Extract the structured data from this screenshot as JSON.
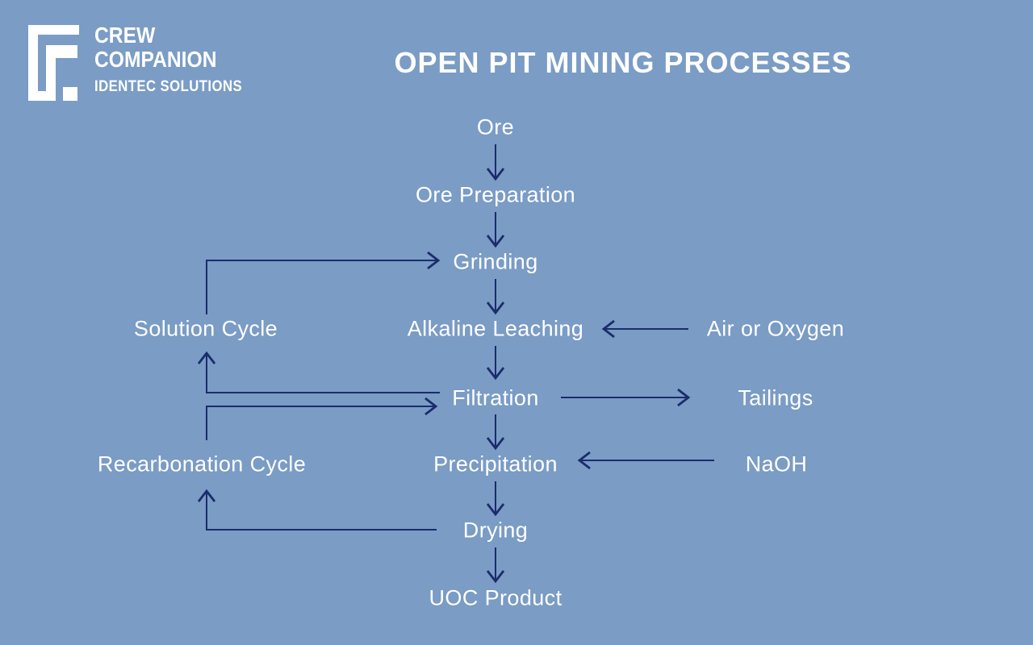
{
  "title": "OPEN PIT MINING PROCESSES",
  "logo": {
    "mark": "nested-brackets-icon",
    "line1": "CREW",
    "line2": "COMPANION",
    "line3": "IDENTEC SOLUTIONS"
  },
  "colors": {
    "background": "#7A9CC5",
    "arrow": "#1B2C6B",
    "text": "#FFFFFF"
  },
  "diagram": {
    "nodes": {
      "ore": {
        "label": "Ore"
      },
      "ore_preparation": {
        "label": "Ore Preparation"
      },
      "grinding": {
        "label": "Grinding"
      },
      "alkaline_leaching": {
        "label": "Alkaline Leaching"
      },
      "filtration": {
        "label": "Filtration"
      },
      "precipitation": {
        "label": "Precipitation"
      },
      "drying": {
        "label": "Drying"
      },
      "uoc_product": {
        "label": "UOC Product"
      },
      "solution_cycle": {
        "label": "Solution Cycle"
      },
      "recarbonation_cycle": {
        "label": "Recarbonation Cycle"
      },
      "air_or_oxygen": {
        "label": "Air or Oxygen"
      },
      "tailings": {
        "label": "Tailings"
      },
      "naoh": {
        "label": "NaOH"
      }
    },
    "edges": [
      {
        "from": "Ore",
        "to": "Ore Preparation"
      },
      {
        "from": "Ore Preparation",
        "to": "Grinding"
      },
      {
        "from": "Solution Cycle",
        "to": "Grinding"
      },
      {
        "from": "Grinding",
        "to": "Alkaline Leaching"
      },
      {
        "from": "Air or Oxygen",
        "to": "Alkaline Leaching"
      },
      {
        "from": "Alkaline Leaching",
        "to": "Filtration"
      },
      {
        "from": "Filtration",
        "to": "Tailings"
      },
      {
        "from": "Filtration",
        "to": "Solution Cycle"
      },
      {
        "from": "Recarbonation Cycle",
        "to": "Filtration"
      },
      {
        "from": "Filtration",
        "to": "Precipitation"
      },
      {
        "from": "NaOH",
        "to": "Precipitation"
      },
      {
        "from": "Precipitation",
        "to": "Drying"
      },
      {
        "from": "Drying",
        "to": "Recarbonation Cycle"
      },
      {
        "from": "Drying",
        "to": "UOC Product"
      }
    ]
  }
}
